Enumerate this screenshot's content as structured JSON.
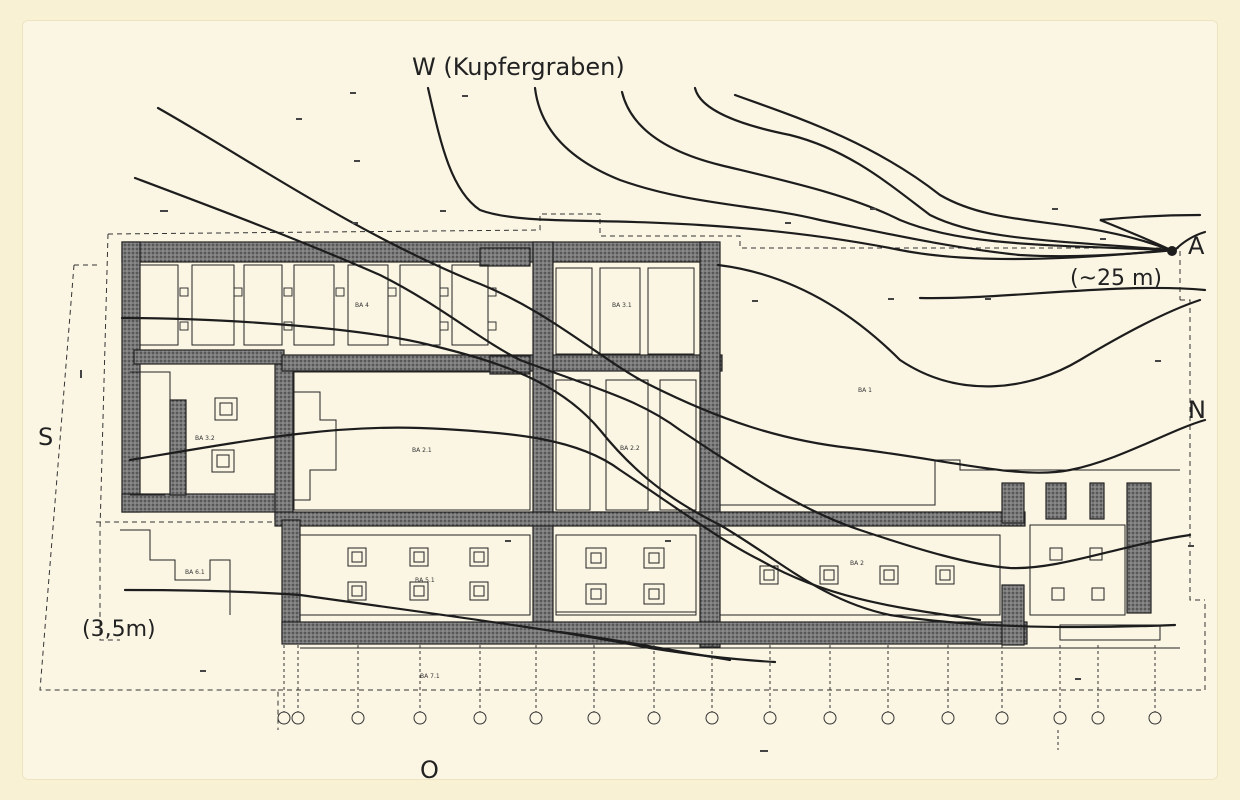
{
  "compass": {
    "west": "W (Kupfergraben)",
    "south": "S",
    "north": "N",
    "east": "O"
  },
  "point_a": "A",
  "dimensions": {
    "right": "(~25 m)",
    "left": "(3,5m)"
  },
  "areas": [
    "BA 4",
    "BA 3.1",
    "BA 3.2",
    "BA 2.1",
    "BA 2.2",
    "BA 1",
    "BA 2",
    "BA 6.1",
    "BA 5.1",
    "BA 7.1"
  ],
  "colors": {
    "background": "#f9f1d4",
    "ink": "#1d1d1d",
    "wall_fill": "#6a6a6a"
  }
}
